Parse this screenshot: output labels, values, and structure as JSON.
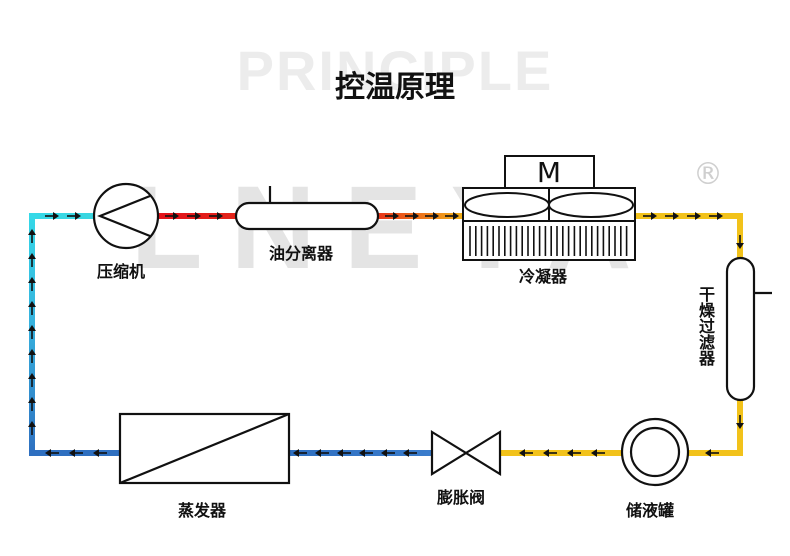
{
  "header": {
    "watermark_text": "PRINCIPLE",
    "title": "控温原理"
  },
  "brand": {
    "logo_text": "LNEYA",
    "registered_mark": "®"
  },
  "components": {
    "compressor": "压缩机",
    "oil_separator": "油分离器",
    "condenser": "冷凝器",
    "condenser_motor": "M",
    "dryer_filter": "干燥过滤器",
    "receiver": "储液罐",
    "expansion_valve": "膨胀阀",
    "evaporator": "蒸发器"
  },
  "colors": {
    "pipe_cyan": "#35d9e8",
    "pipe_blue": "#2e6fc0",
    "pipe_red": "#e3121a",
    "pipe_orange": "#f08a1c",
    "pipe_yellow": "#f2c21a",
    "outline": "#111111",
    "watermark": "#dcdcdc"
  }
}
